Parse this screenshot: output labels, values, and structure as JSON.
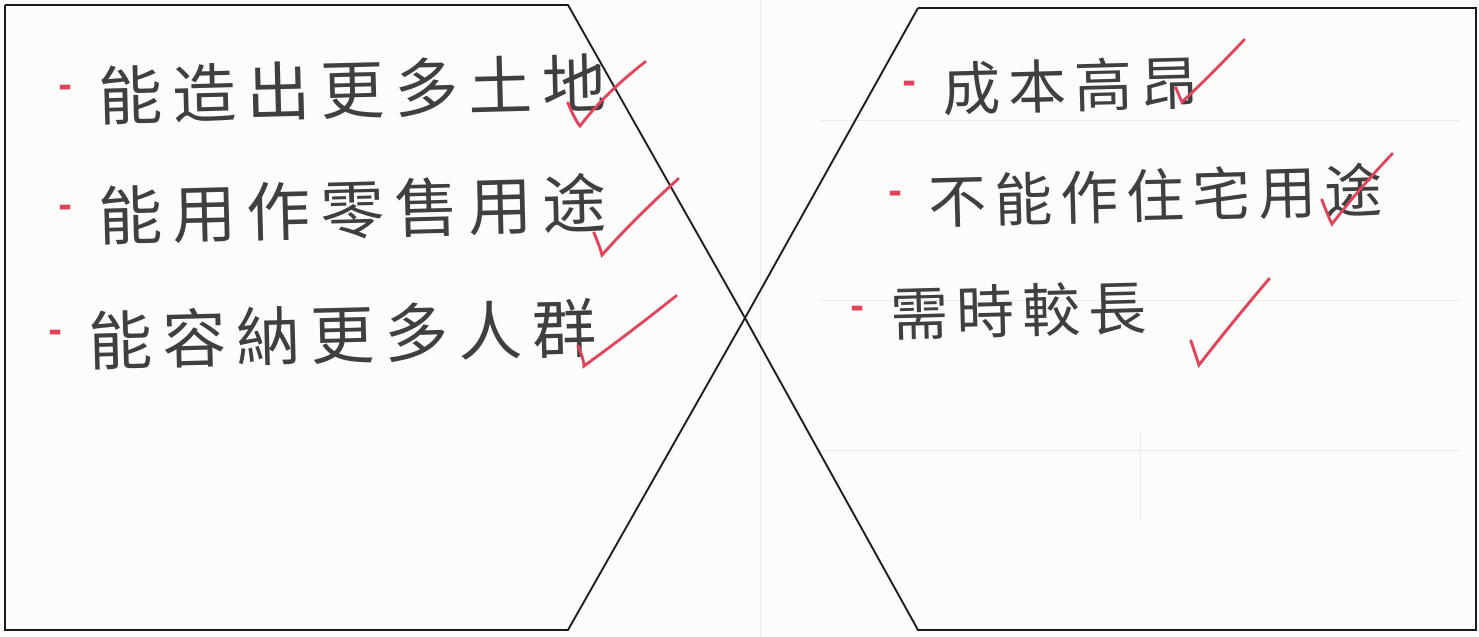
{
  "left_panel": {
    "items": [
      {
        "dash": "-",
        "text": "能造出更多土地"
      },
      {
        "dash": "-",
        "text": "能用作零售用途"
      },
      {
        "dash": "-",
        "text": "能容納更多人群"
      }
    ]
  },
  "right_panel": {
    "items": [
      {
        "dash": "-",
        "text": "成本高昂"
      },
      {
        "dash": "-",
        "text": "不能作住宅用途"
      },
      {
        "dash": "-",
        "text": "需時較長"
      }
    ]
  },
  "colors": {
    "outline": "#1a1a1a",
    "ink": "#3f3f3f",
    "check": "#e0435a"
  },
  "icons": [
    "check-mark-icon"
  ]
}
